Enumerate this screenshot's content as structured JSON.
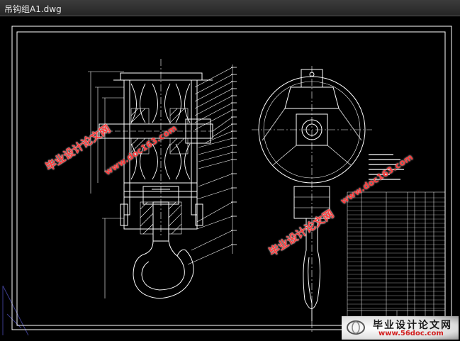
{
  "window": {
    "title": "吊钩组A1.dwg"
  },
  "watermarks": {
    "cn": "毕业设计论文网",
    "url": "www.doc163.com",
    "brand_cn": "毕业设计论文网",
    "brand_url": "www.56doc.com"
  },
  "colors": {
    "drawing": "#ffffff",
    "frame": "#ffffff",
    "watermark": "#ff3b3b",
    "axis": "#3c3c8c"
  },
  "drawing": {
    "views": [
      "front-section-view",
      "side-view",
      "title-block"
    ]
  }
}
